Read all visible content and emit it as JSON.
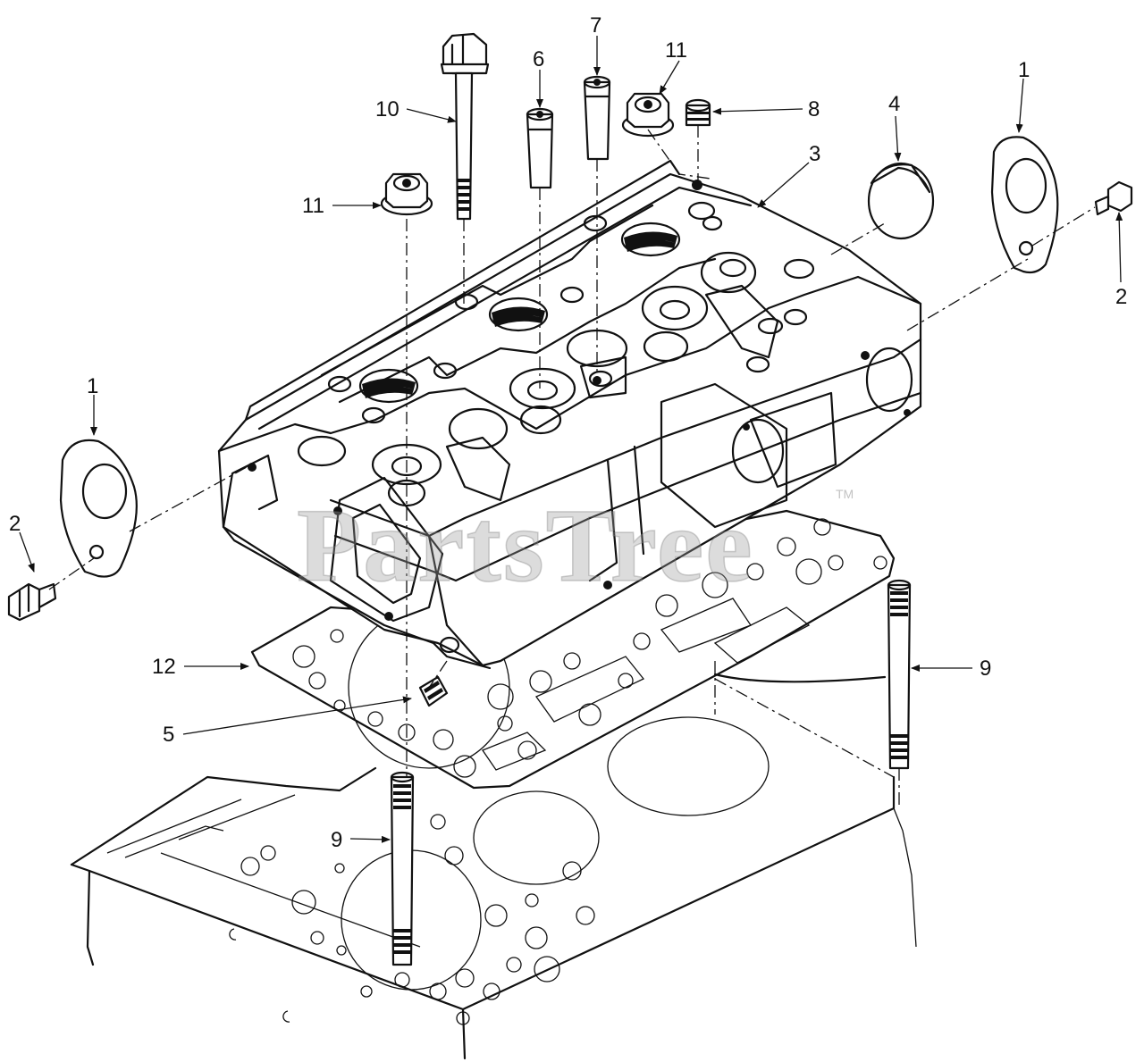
{
  "watermark": {
    "text": "PartsTree",
    "tm": "TM"
  },
  "callouts": {
    "c1_left": "1",
    "c1_right": "1",
    "c2_left": "2",
    "c2_right": "2",
    "c3": "3",
    "c4": "4",
    "c5": "5",
    "c6": "6",
    "c7": "7",
    "c8": "8",
    "c9_left": "9",
    "c9_right": "9",
    "c10": "10",
    "c11_left": "11",
    "c11_top": "11",
    "c12": "12"
  }
}
